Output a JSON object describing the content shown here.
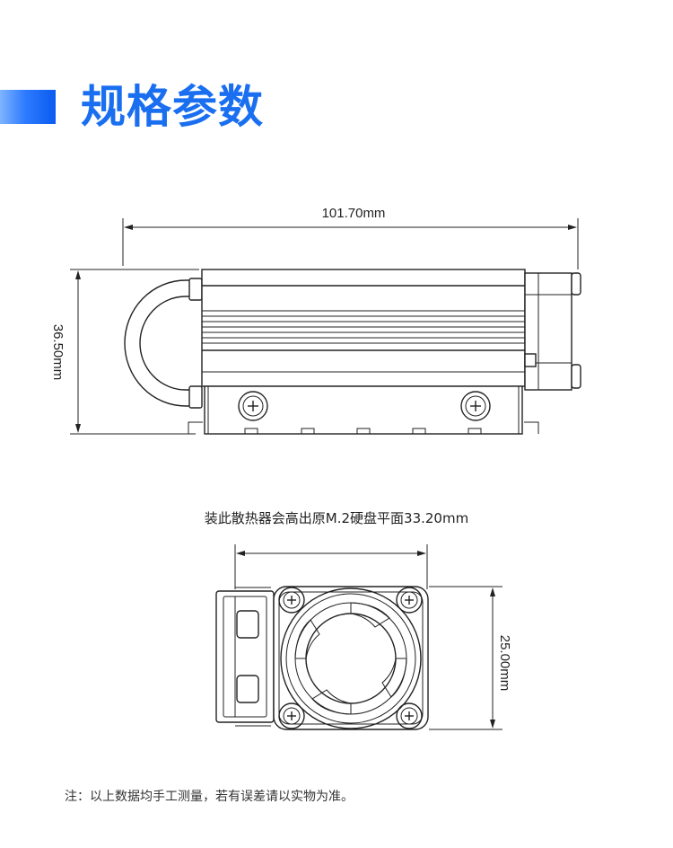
{
  "header": {
    "title": "规格参数",
    "accent_color": "#1a6ff0"
  },
  "side_view": {
    "length_label": "101.70mm",
    "height_label": "36.50mm"
  },
  "caption": "装此散热器会高出原M.2硬盘平面33.20mm",
  "end_view": {
    "height_label": "25.00mm"
  },
  "footnote": "注：以上数据均手工测量，若有误差请以实物为准。"
}
